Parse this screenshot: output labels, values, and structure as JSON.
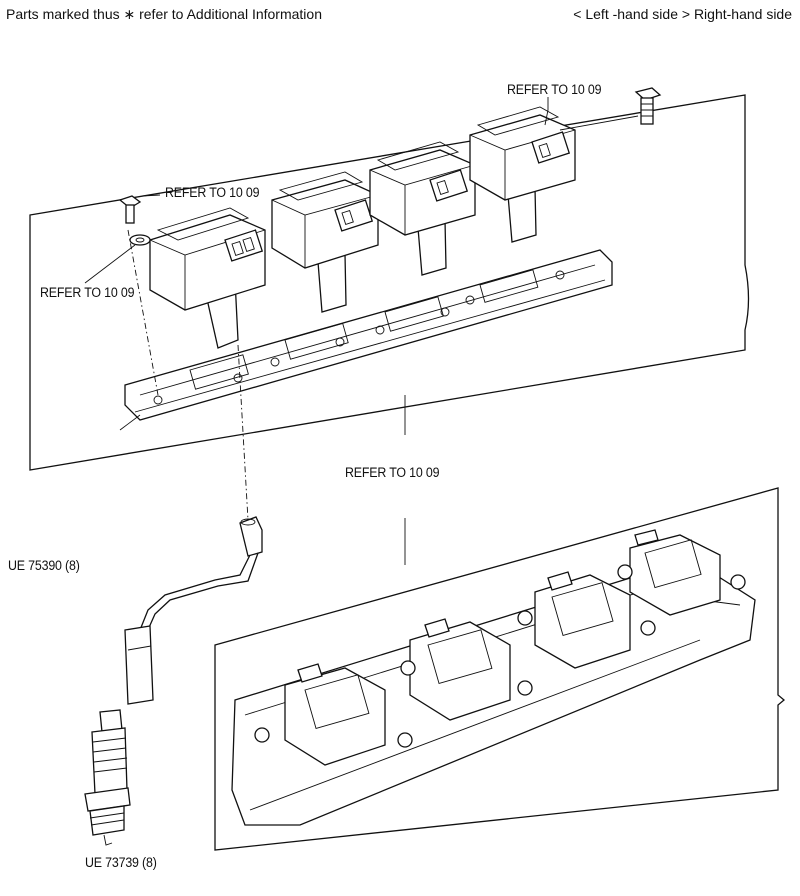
{
  "header": {
    "left_note": "Parts marked thus ∗ refer to Additional Information",
    "right_note": "< Left -hand side   > Right-hand side"
  },
  "callouts": {
    "refer_top_right": "REFER TO 10  09",
    "refer_bolt_left": "REFER TO 10  09",
    "refer_washer": "REFER TO 10  09",
    "refer_center": "REFER TO 10  09",
    "lead_part": "UE 75390 (8)",
    "plug_part": "UE 73739 (8)"
  }
}
